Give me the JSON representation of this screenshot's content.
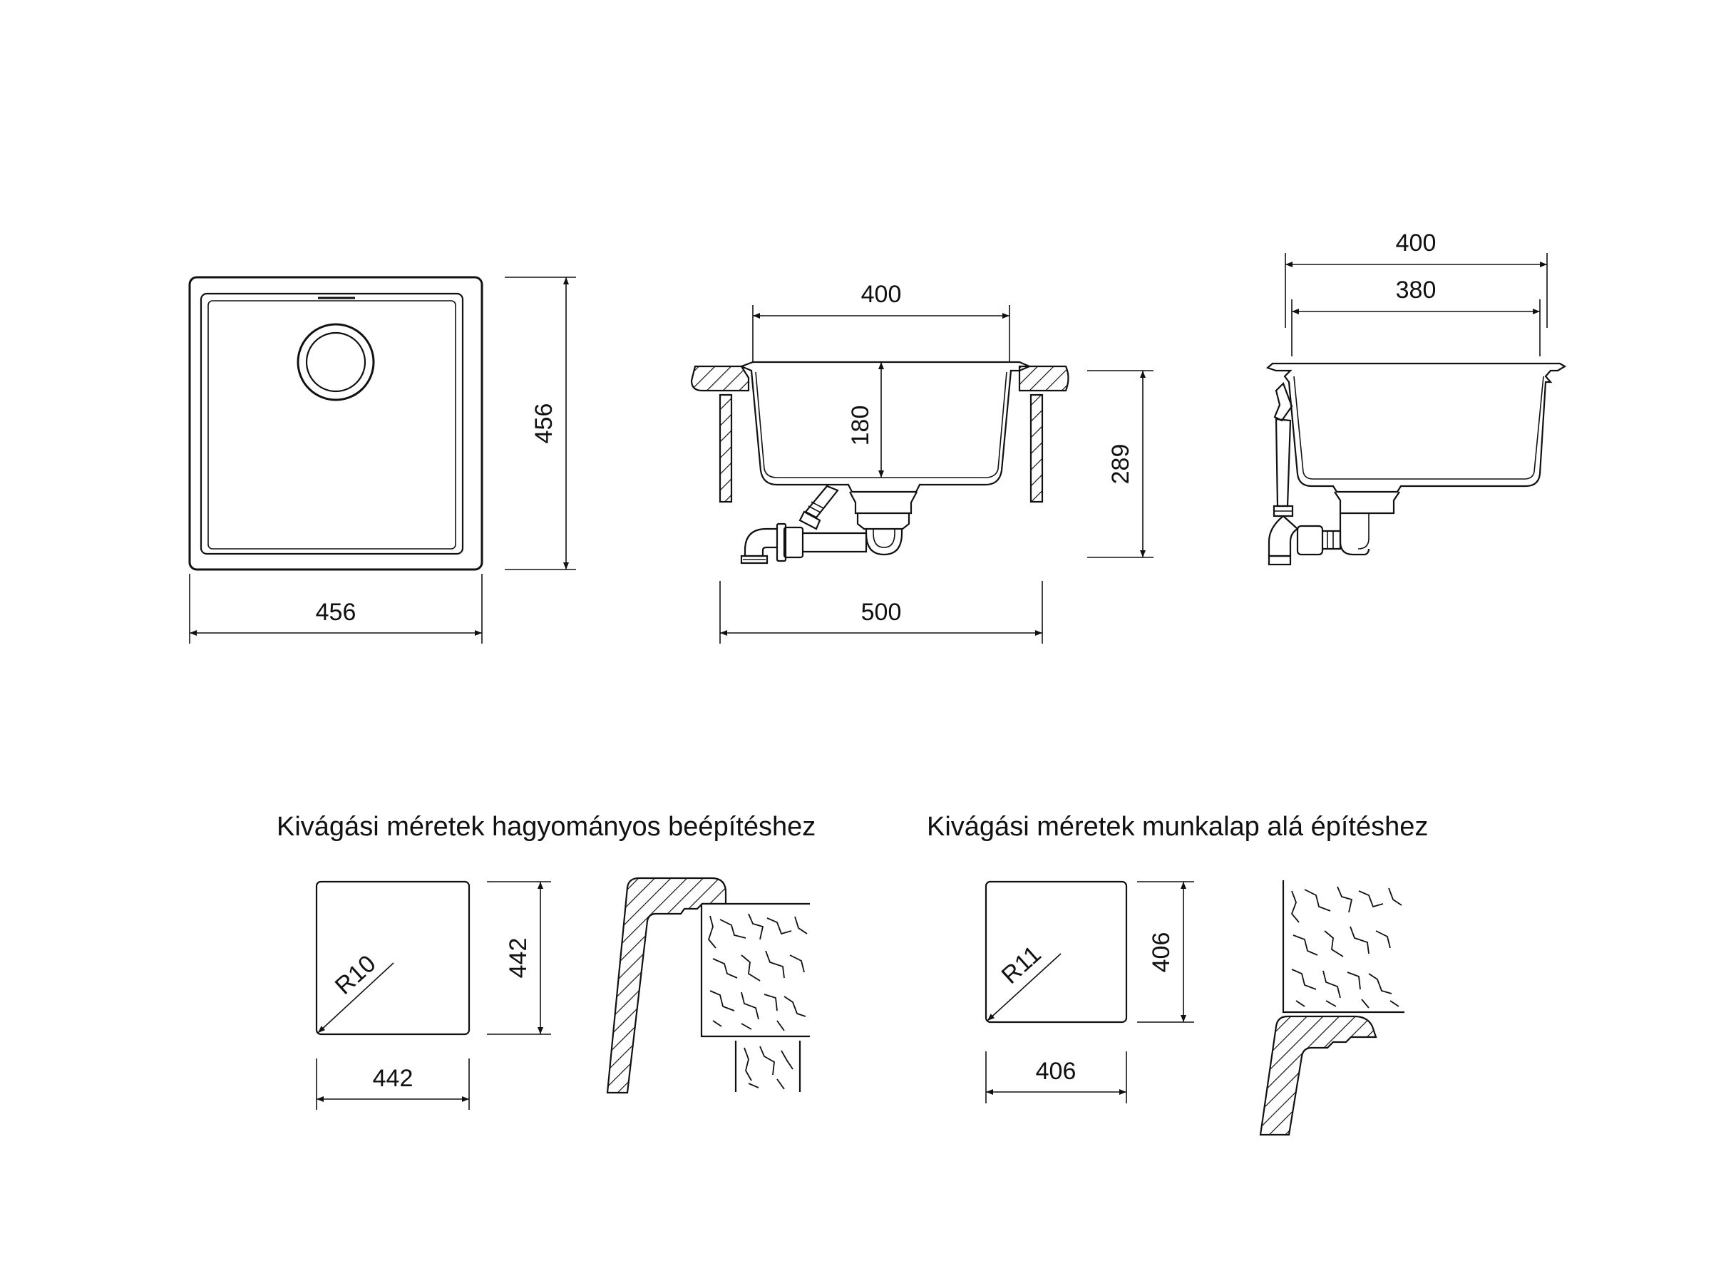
{
  "top_view": {
    "width_label": "456",
    "height_label": "456"
  },
  "front_view": {
    "inner_width_label": "400",
    "depth_label": "180",
    "overall_width_label": "500",
    "overall_height_label": "289"
  },
  "side_view": {
    "outer_width_label": "400",
    "inner_width_label": "380"
  },
  "cutout_standard": {
    "caption": "Kivágási méretek hagyományos beépítéshez",
    "width_label": "442",
    "height_label": "442",
    "radius_label": "R10"
  },
  "cutout_undermount": {
    "caption": "Kivágási méretek munkalap alá építéshez",
    "width_label": "406",
    "height_label": "406",
    "radius_label": "R11"
  }
}
